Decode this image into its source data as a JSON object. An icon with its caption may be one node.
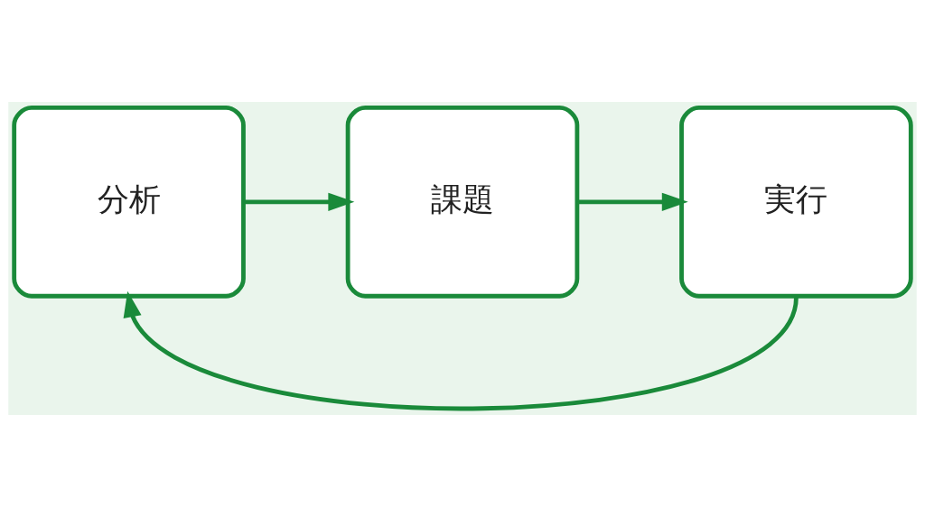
{
  "diagram": {
    "nodes": [
      {
        "text": [
          "分析"
        ]
      },
      {
        "text": [
          "課題"
        ]
      },
      {
        "text": [
          "実行"
        ]
      }
    ],
    "edges": [
      {
        "from": 0,
        "to": 1,
        "arrow": "to"
      },
      {
        "from": 1,
        "to": 2,
        "arrow": "to"
      },
      {
        "from": 2,
        "to": 0,
        "arrow": "to"
      }
    ]
  }
}
